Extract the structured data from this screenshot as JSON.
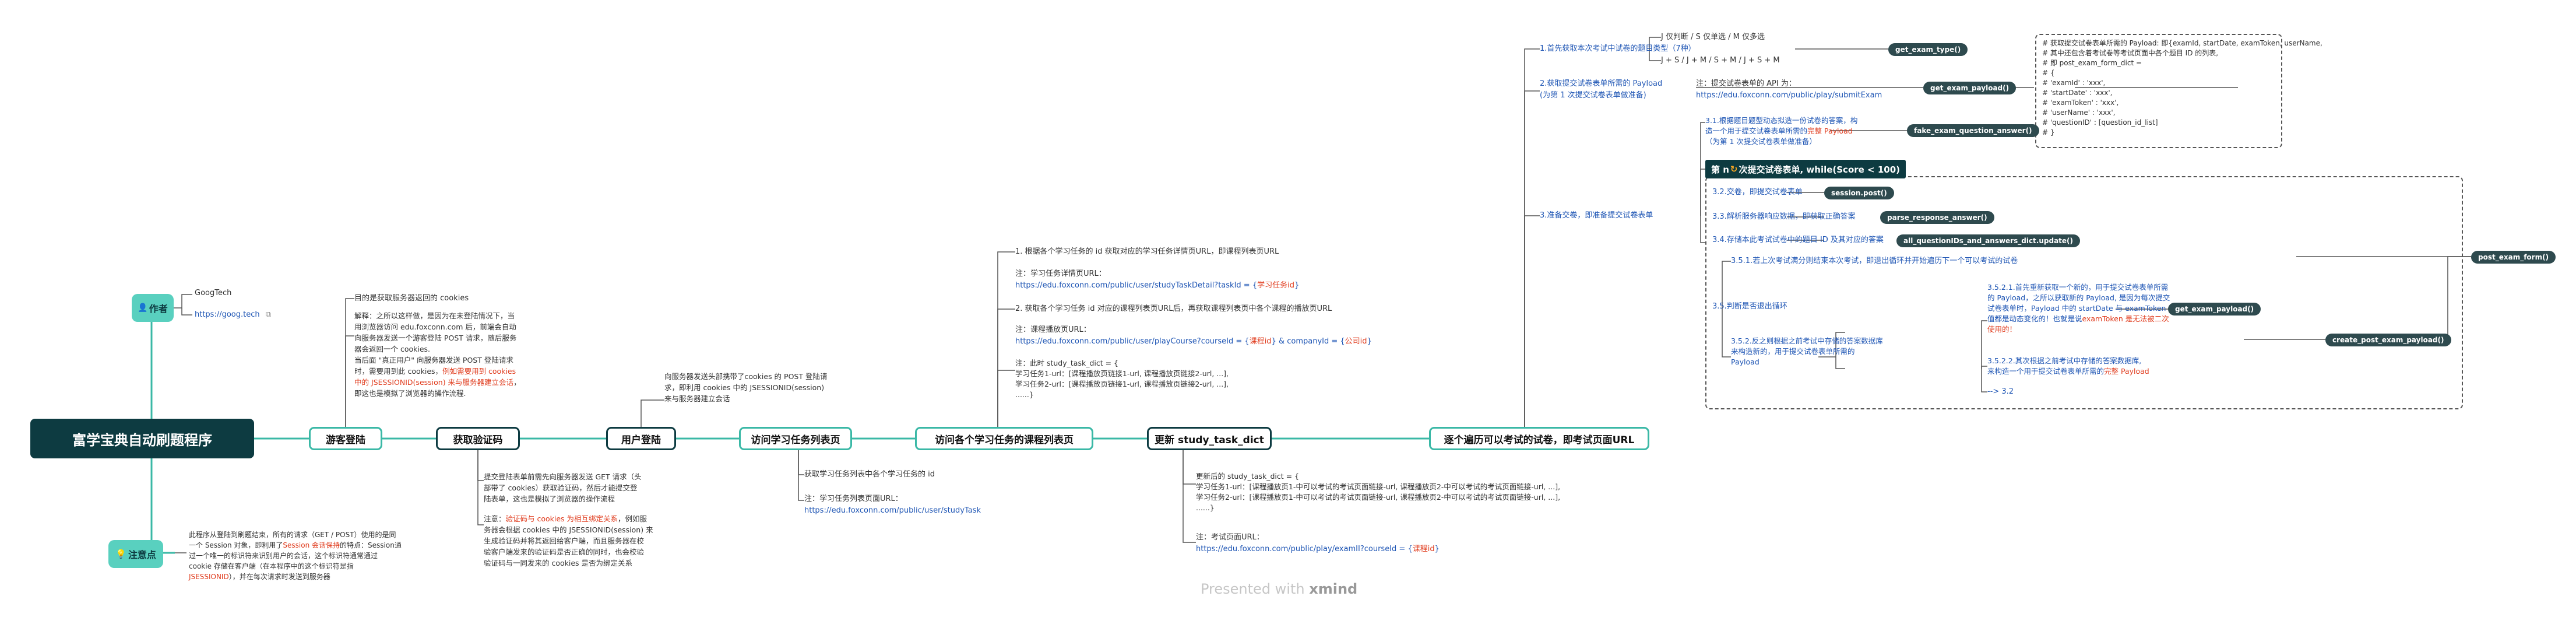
{
  "root": {
    "title": "富学宝典自动刷题程序"
  },
  "author": {
    "label": "作者",
    "name": "GoogTech",
    "link": "https://goog.tech",
    "link_icon": "external-link-icon"
  },
  "notes": {
    "label": "注意点",
    "body_1": "此程序从登陆到刷题结束，所有的请求（GET / POST）使用的是同",
    "body_2": "一个 Session 对象，即利用了",
    "body_2_red": "Session 会话保持",
    "body_2_tail": "的特点：Session通",
    "body_3": "过一个唯一的标识符来识别用户的会话，这个标识符通常通过",
    "body_4": "cookie 存储在客户端（在本程序中的这个标识符是指",
    "body_5_red": "JSESSIONID",
    "body_5_tail": "），并在每次请求时发送到服务器"
  },
  "steps": [
    {
      "label": "游客登陆"
    },
    {
      "label": "获取验证码"
    },
    {
      "label": "用户登陆"
    },
    {
      "label": "访问学习任务列表页"
    },
    {
      "label": "访问各个学习任务的课程列表页"
    },
    {
      "label": "更新 study_task_dict"
    },
    {
      "label": "逐个遍历可以考试的试卷，即考试页面URL"
    }
  ],
  "guest": {
    "goal": "目的是获取服务器返回的 cookies",
    "d1": "解释：之所以这样做，是因为在未登陆情况下，当",
    "d2": "用浏览器访问 edu.foxconn.com 后，前端会自动",
    "d3": "向服务器发送一个游客登陆 POST 请求，随后服务",
    "d4": "器会返回一个 cookies.",
    "d5": "当后面 \"真正用户\" 向服务器发送 POST 登陆请求",
    "d6": "时，需要用到此 cookies，",
    "d6_red": "例如需要用到 cookies",
    "d7_red": "中的 JSESSIONID(session) 来与服务器建立会话",
    "d7": "，",
    "d8": "即这也是模拟了浏览器的操作流程."
  },
  "captcha": {
    "a1": "提交登陆表单前需先向服务器发送 GET 请求（头",
    "a2": "部带了 cookies）获取验证码，然后才能提交登",
    "a3": "陆表单，这也是模拟了浏览器的操作流程",
    "b1_pre": "注意：",
    "b1_red": "验证码与 cookies 为相互绑定关系",
    "b1": "，例如服",
    "b2": "务器会根据 cookies 中的 JSESSIONID(session) 来",
    "b3": "生成验证码并将其返回给客户端，而且服务器在校",
    "b4": "验客户端发来的验证码是否正确的同时，也会校验",
    "b5": "验证码与一同发来的 cookies 是否为绑定关系"
  },
  "login": {
    "l1": "向服务器发送头部携带了cookies 的 POST 登陆请",
    "l2": "求，即利用 cookies 中的 JSESSIONID(session)",
    "l3": "来与服务器建立会话"
  },
  "tasklist": {
    "t1": "获取学习任务列表中各个学习任务的 id",
    "t2": "注：学习任务列表页面URL：",
    "t3": "https://edu.foxconn.com/public/user/studyTask"
  },
  "courses": {
    "c1": "1. 根据各个学习任务的 id 获取对应的学习任务详情页URL，即课程列表页URL",
    "c2": "注：学习任务详情页URL：",
    "c3_pre": "https://edu.foxconn.com/public/user/studyTaskDetail?taskId = {",
    "c3_red": "学习任务id",
    "c3_tail": "}",
    "c4": "2. 获取各个学习任务 id 对应的课程列表页URL后，再获取课程列表页中各个课程的播放页URL",
    "c5": "注：课程播放页URL：",
    "c6_pre": "https://edu.foxconn.com/public/user/playCourse?courseId = {",
    "c6_red1": "课程id",
    "c6_mid": "} & companyId = {",
    "c6_red2": "公司id",
    "c6_tail": "}",
    "c7": "注：此时 study_task_dict = {",
    "c8": "学习任务1-url：[课程播放页链接1-url, 课程播放页链接2-url, ...],",
    "c9": "学习任务2-url：[课程播放页链接1-url, 课程播放页链接2-url, ...],",
    "c10": "......}"
  },
  "update": {
    "u1": "更新后的 study_task_dict = {",
    "u2": "学习任务1-url：[课程播放页1-中可以考试的考试页面链接-url, 课程播放页2-中可以考试的考试页面链接-url, ...],",
    "u3": "学习任务2-url：[课程播放页1-中可以考试的考试页面链接-url, 课程播放页2-中可以考试的考试页面链接-url, ...],",
    "u4": "......}",
    "u5": "注：考试页面URL：",
    "u6_pre": "https://edu.foxconn.com/public/play/examII?courseId = {",
    "u6_red": "课程id",
    "u6_tail": "}"
  },
  "exam": {
    "s1": "1.首先获取本次考试中试卷的题目类型（7种）",
    "s1_a": "J 仅判断 / S 仅单选 / M 仅多选",
    "s1_b": "J + S / J + M / S + M / J + S + M",
    "s1_fn": "get_exam_type()",
    "s2_1": "2.获取提交试卷表单所需的 Payload",
    "s2_2": "(为第 1 次提交试卷表单做准备)",
    "s2_api": "注：提交试卷表单的 API 为：",
    "s2_url": "https://edu.foxconn.com/public/play/submitExam",
    "s2_fn": "get_exam_payload()",
    "box_1": "# 获取提交试卷表单所需的 Payload: 即{examId, startDate, examToken, userName,",
    "box_2": "# 其中还包含着考试卷等考试页面中各个题目 ID 的列表,",
    "box_3": "# 即 post_exam_form_dict =",
    "box_4": "# {",
    "box_5": "#  'examId' : 'xxx',",
    "box_6": "#  'startDate' : 'xxx',",
    "box_7": "#  'examToken' : 'xxx',",
    "box_8": "#  'userName' : 'xxx',",
    "box_9": "#  'questionID' : [question_id_list]",
    "box_10": "# }",
    "s31_1": "3.1.根据题目题型动态拟造一份试卷的答案，构",
    "s31_2_pre": "造一个用于提交试卷表单所需的",
    "s31_2_red": "完整 Payload",
    "s31_3": "（为第 1 次提交试卷表单做准备）",
    "s31_fn": "fake_exam_question_answer()",
    "s3": "3.准备交卷，即准备提交试卷表单",
    "loop_pre": "第 n ",
    "loop_post": " 次提交试卷表单, while(Score < 100)",
    "loop_icon": "refresh-icon",
    "s32": "3.2.交卷，即提交试卷表单",
    "s32_fn": "session.post()",
    "s33": "3.3.解析服务器响应数据，即获取正确答案",
    "s33_fn": "parse_response_answer()",
    "s34": "3.4.存储本此考试试卷中的题目 ID 及其对应的答案",
    "s34_fn": "all_questionIDs_and_answers_dict.update()",
    "s35": "3.5.判断是否退出循环",
    "s351": "3.5.1.若上次考试满分则结束本次考试，即退出循环并开始遍历下一个可以考试的试卷",
    "s352_1": "3.5.2.反之则根据之前考试中存储的答案数据库",
    "s352_2": "来构造新的，用于提交试卷表单所需的",
    "s352_3": "Payload",
    "s3521_1": "3.5.2.1.首先重新获取一个新的，用于提交试卷表单所需",
    "s3521_2": "的 Payload，之所以获取新的 Payload, 是因为每次提交",
    "s3521_3": "试卷表单时，Payload 中的 startDate 与 examToken 的",
    "s3521_4_pre": "值都是动态变化的！也就是说",
    "s3521_4_red": "examToken 是无法被二次",
    "s3521_5_red": "使用的！",
    "s3521_fn": "get_exam_payload()",
    "s3522_1": "3.5.2.2.其次根据之前考试中存储的答案数据库,",
    "s3522_2_pre": "来构造一个用于提交试卷表单所需的",
    "s3522_2_red": "完整 Payload",
    "s3523": "--> 3.2",
    "s352_fn": "create_post_exam_payload()",
    "final_fn": "post_exam_form()"
  },
  "footer": {
    "pre": "Presented with",
    "brand": "xmind"
  },
  "colors": {
    "root": "#0d3b41",
    "accent": "#3ab8a6",
    "side": "#59d0bf",
    "tag": "#2e4a4e",
    "link": "#1e55b4",
    "warn": "#e03c1e"
  }
}
